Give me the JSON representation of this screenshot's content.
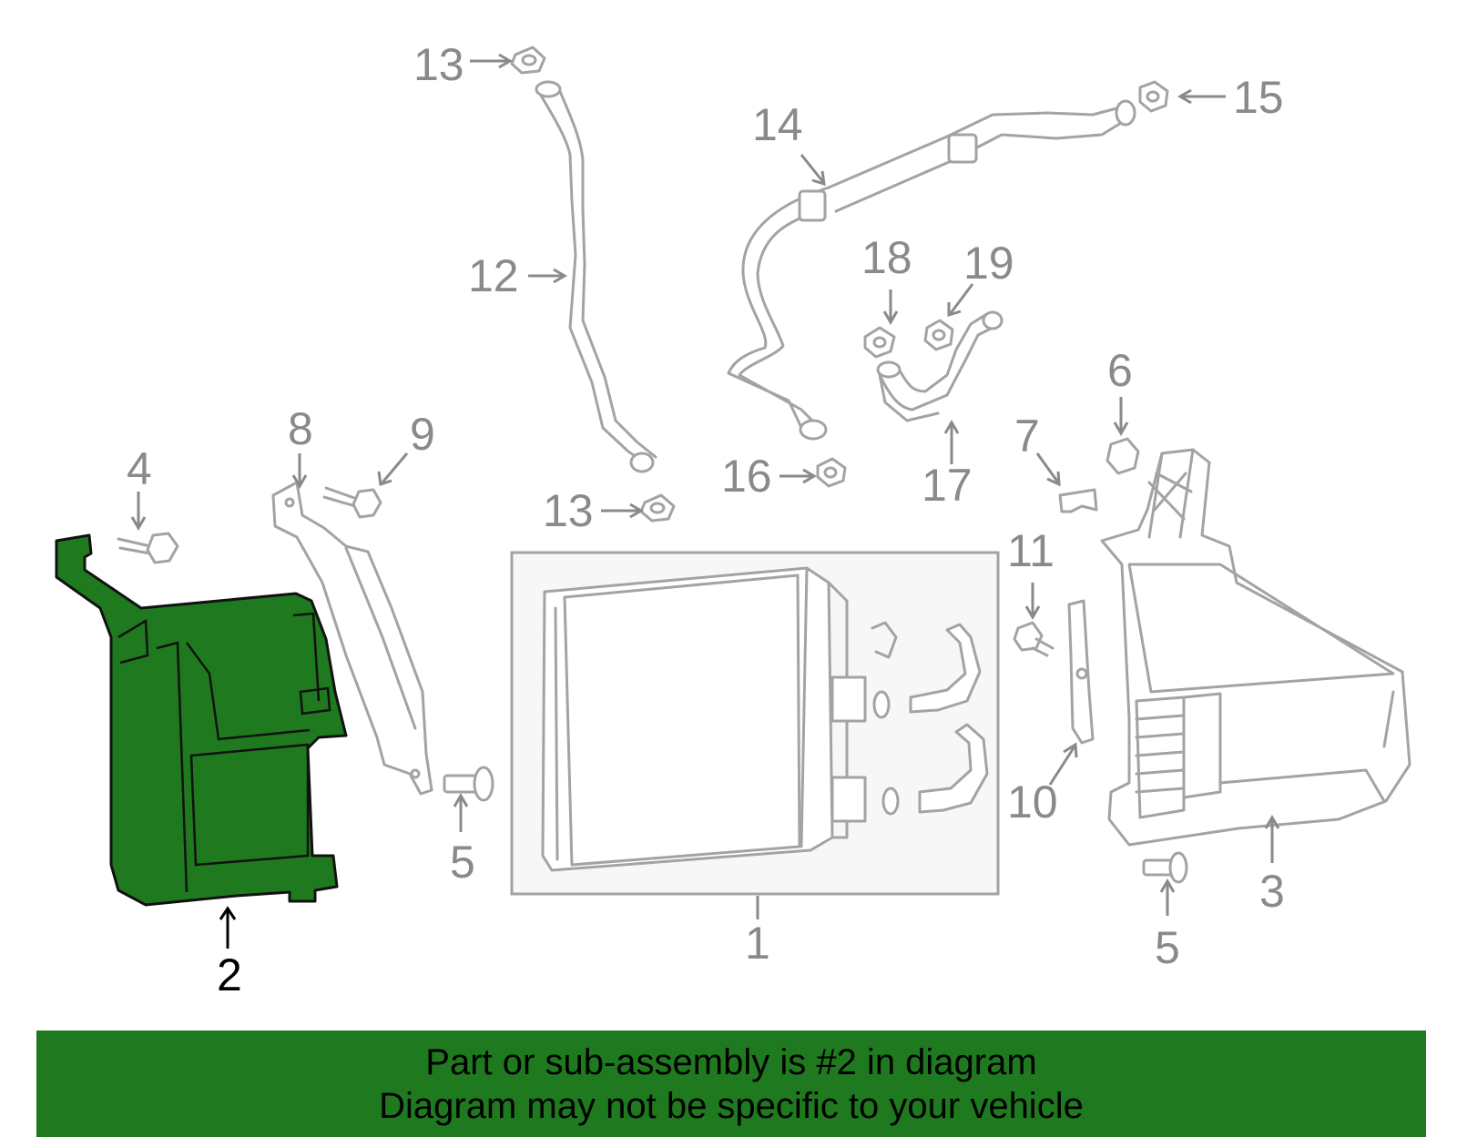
{
  "highlight_color": "#1f7a1f",
  "callouts": {
    "c1": "1",
    "c2": "2",
    "c3": "3",
    "c4": "4",
    "c5a": "5",
    "c5b": "5",
    "c6": "6",
    "c7": "7",
    "c8": "8",
    "c9": "9",
    "c10": "10",
    "c11": "11",
    "c12": "12",
    "c13a": "13",
    "c13b": "13",
    "c14": "14",
    "c15": "15",
    "c16": "16",
    "c17": "17",
    "c18": "18",
    "c19": "19"
  },
  "banner": {
    "line1": "Part or sub-assembly is #2 in diagram",
    "line2": "Diagram may not be specific to your vehicle"
  }
}
